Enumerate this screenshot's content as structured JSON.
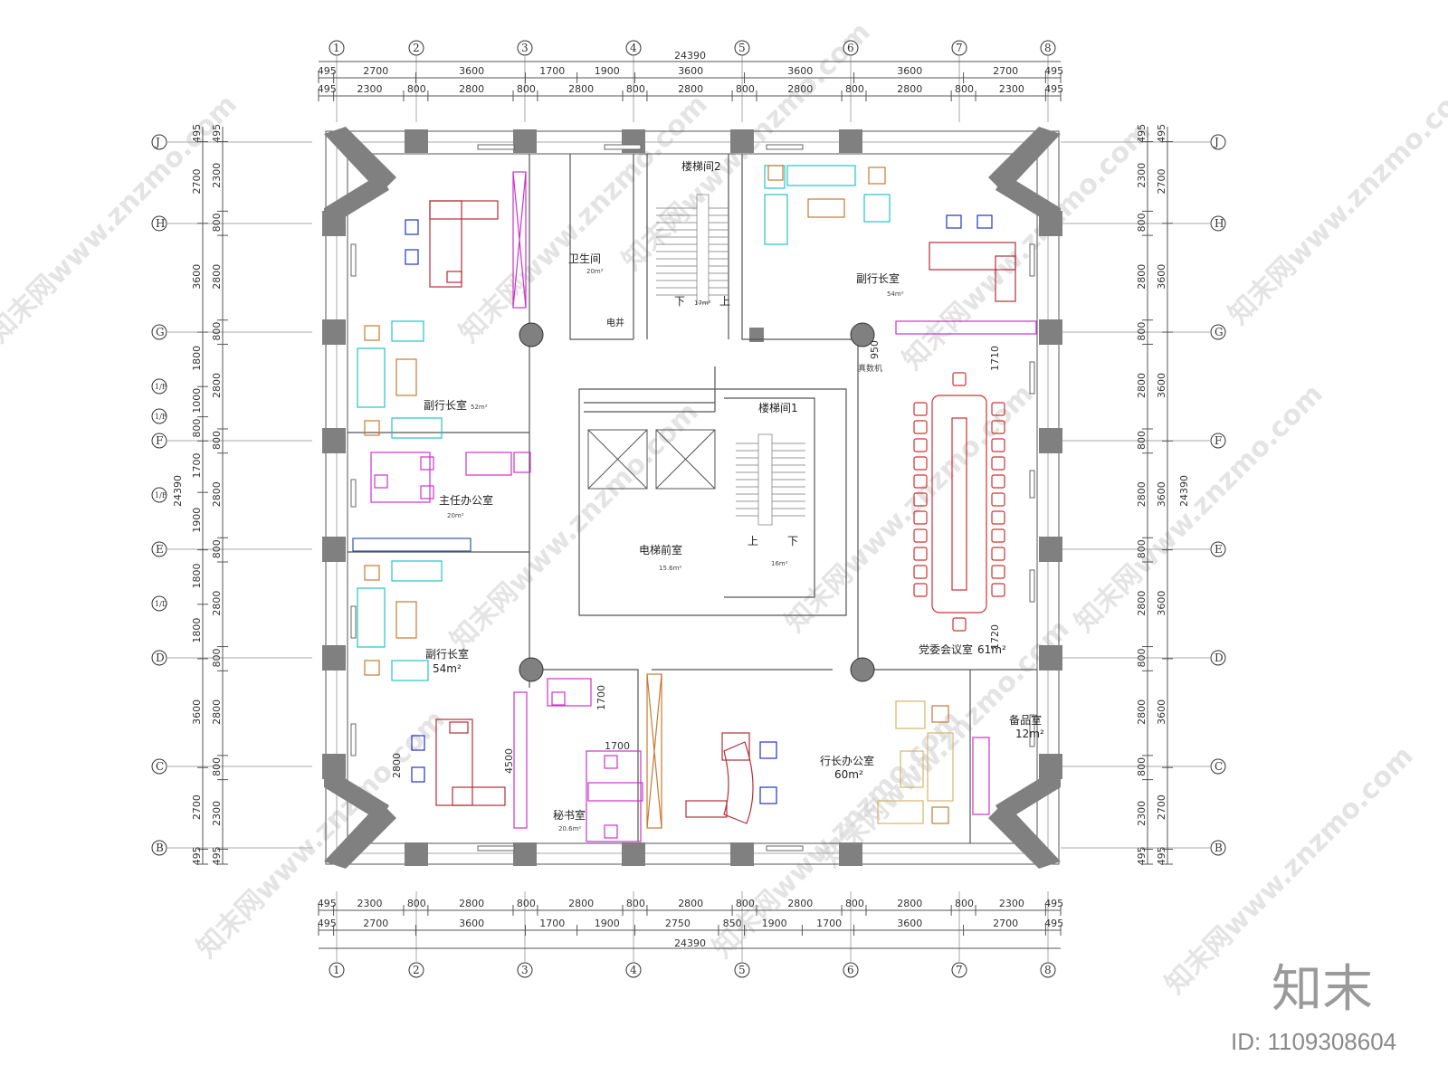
{
  "axes": {
    "columns": [
      "1",
      "2",
      "3",
      "4",
      "5",
      "6",
      "7",
      "8"
    ],
    "rows": [
      "J",
      "H",
      "G",
      "F",
      "E",
      "D",
      "C",
      "B"
    ],
    "half_rows": [
      "1/F",
      "1/E",
      "1/D"
    ]
  },
  "dimensions": {
    "overall": "24390",
    "top_row1": [
      "495",
      "2700",
      "3600",
      "1700",
      "1900",
      "3600",
      "3600",
      "3600",
      "2700",
      "495"
    ],
    "top_row2": [
      "495",
      "2300",
      "800",
      "2800",
      "800",
      "2800",
      "800",
      "2800",
      "800",
      "2800",
      "800",
      "2800",
      "800",
      "2300",
      "495"
    ],
    "bottom_row1": [
      "495",
      "2300",
      "800",
      "2800",
      "800",
      "2800",
      "800",
      "2800",
      "800",
      "2800",
      "800",
      "2800",
      "800",
      "2300",
      "495"
    ],
    "bottom_row2": [
      "495",
      "2700",
      "3600",
      "1700",
      "1900",
      "2750",
      "850",
      "1900",
      "1700",
      "3600",
      "2700",
      "495"
    ],
    "left_outer": [
      "495",
      "2700",
      "3600",
      "1800",
      "1000",
      "800",
      "1700",
      "1900",
      "1800",
      "1800",
      "3600",
      "2700",
      "495"
    ],
    "left_inner": [
      "495",
      "2300",
      "800",
      "2800",
      "800",
      "2800",
      "800",
      "2800",
      "800",
      "2800",
      "800",
      "2800",
      "800",
      "2300",
      "495"
    ],
    "right_inner": [
      "495",
      "2300",
      "800",
      "2800",
      "800",
      "2800",
      "800",
      "2800",
      "800",
      "2800",
      "800",
      "2800",
      "800",
      "2300",
      "495"
    ],
    "right_outer": [
      "495",
      "2700",
      "3600",
      "3600",
      "3600",
      "3600",
      "3600",
      "2700",
      "495"
    ],
    "misc": [
      "950",
      "1710",
      "1720",
      "1700",
      "1700",
      "2800",
      "4500"
    ]
  },
  "rooms": {
    "stair2": "楼梯间2",
    "restroom": "卫生间",
    "restroom_area": "20m²",
    "elec": "电井",
    "vp_ne": "副行长室",
    "vp_ne_area": "54m²",
    "fax": "真数机",
    "vp_w1": "副行长室",
    "vp_w1_area": "52m²",
    "stair1": "楼梯间1",
    "director": "主任办公室",
    "director_area": "20m²",
    "lobby": "电梯前室",
    "lobby_area": "15.6m²",
    "stair1_area": "16m²",
    "meeting": "党委会议室",
    "meeting_area": "61m²",
    "vp_w2": "副行长室",
    "vp_w2_area": "54m²",
    "president": "行长办公室",
    "president_area": "60m²",
    "storage": "备品室",
    "storage_area": "12m²",
    "secretary": "秘书室",
    "secretary_area": "20.6m²",
    "stair2_area": "17m²",
    "up": "上",
    "down": "下"
  },
  "watermark": {
    "text": "知末网www.znzmo.com",
    "logo": "知末",
    "id": "ID: 1109308604"
  },
  "colors": {
    "wall": "#808080",
    "line": "#555555",
    "sofa": "#22c4c4",
    "desk_red": "#b0303a",
    "purple": "#cc33cc",
    "blue": "#2233cc",
    "orange": "#c87a33",
    "meeting": "#d23030"
  }
}
